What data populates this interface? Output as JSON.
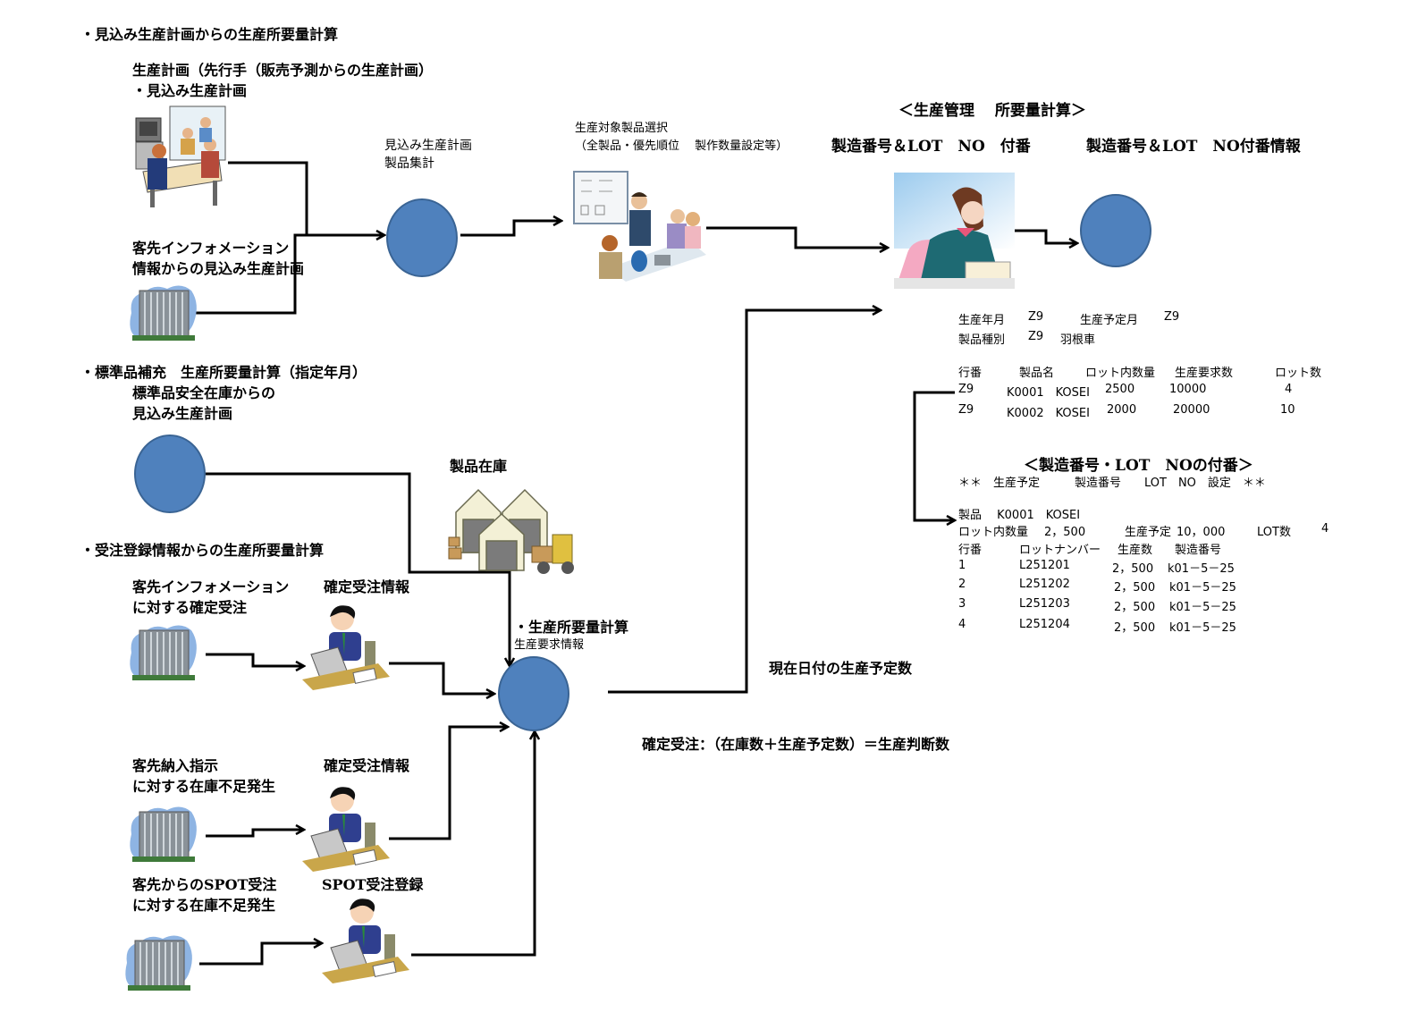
{
  "colors": {
    "node": "#4f81bd",
    "node_border": "#3a6494",
    "line": "#000000"
  },
  "sections": {
    "forecast": {
      "title": "・見込み生産計画からの生産所要量計算",
      "plan_line1": "生産計画（先行手（販売予測からの生産計画）",
      "plan_line2": "・見込み生産計画",
      "customer_line1": "客先インフォメーション",
      "customer_line2": "情報からの見込み生産計画",
      "aggregate_line1": "見込み生産計画",
      "aggregate_line2": "製品集計",
      "select_line1": "生産対象製品選択",
      "select_line2": "（全製品・優先順位　 製作数量設定等）"
    },
    "standard": {
      "title": "・標準品補充　生産所要量計算（指定年月）",
      "line1": "標準品安全在庫からの",
      "line2": "見込み生産計画"
    },
    "orders": {
      "title": "・受注登録情報からの生産所要量計算",
      "inventory_label": "製品在庫",
      "a_line1": "客先インフォメーション",
      "a_line2": "に対する確定受注",
      "a_tag": "確定受注情報",
      "b_line1": "客先納入指示",
      "b_line2": "に対する在庫不足発生",
      "b_tag": "確定受注情報",
      "c_line1": "客先からのSPOT受注",
      "c_line2": "に対する在庫不足発生",
      "c_tag": "SPOT受注登録",
      "calc_title": "・生産所要量計算",
      "calc_sub": "生産要求情報",
      "current_plan": "現在日付の生産予定数",
      "formula": "確定受注：（在庫数＋生産予定数）＝生産判断数"
    }
  },
  "management": {
    "header": "＜生産管理　 所要量計算＞",
    "lot_assign": "製造番号＆LOT　NO　付番",
    "lot_info": "製造番号＆LOT　NO付番情報",
    "meta": {
      "line1": [
        "生産年月",
        "Z9",
        "生産予定月",
        "Z9"
      ],
      "line2": [
        "製品種別",
        "Z9",
        "羽根車"
      ]
    },
    "table1": {
      "headers": [
        "行番",
        "製品名",
        "ロット内数量",
        "生産要求数",
        "ロット数"
      ],
      "rows": [
        [
          "Z9",
          "K0001　KOSEI",
          "2500",
          "10000",
          "4"
        ],
        [
          "Z9",
          "K0002　KOSEI",
          "2000",
          "20000",
          "10"
        ]
      ]
    },
    "lot_section": {
      "title": "＜製造番号・LOT　NOの付番＞",
      "subtitle": "＊＊　生産予定　　　製造番号　　LOT　NO　設定　＊＊",
      "product_line": "製品　 K0001　KOSEI",
      "qty_line": [
        "ロット内数量",
        "2，500",
        "生産予定",
        "10，000",
        "LOT数",
        "4"
      ],
      "headers": [
        "行番",
        "ロットナンバー",
        "生産数",
        "製造番号"
      ],
      "rows": [
        [
          "1",
          "L251201",
          "2，500",
          "k01－5－25"
        ],
        [
          "2",
          "L251202",
          "2，500",
          "k01－5－25"
        ],
        [
          "3",
          "L251203",
          "2，500",
          "k01－5－25"
        ],
        [
          "4",
          "L251204",
          "2，500",
          "k01－5－25"
        ]
      ]
    }
  },
  "icons": {
    "meeting": "meeting-illustration",
    "building": "office-building-illustration",
    "presentation": "presentation-illustration",
    "clerk": "clerk-writing-illustration",
    "warehouse": "warehouse-illustration",
    "operator": "pc-operator-illustration"
  }
}
